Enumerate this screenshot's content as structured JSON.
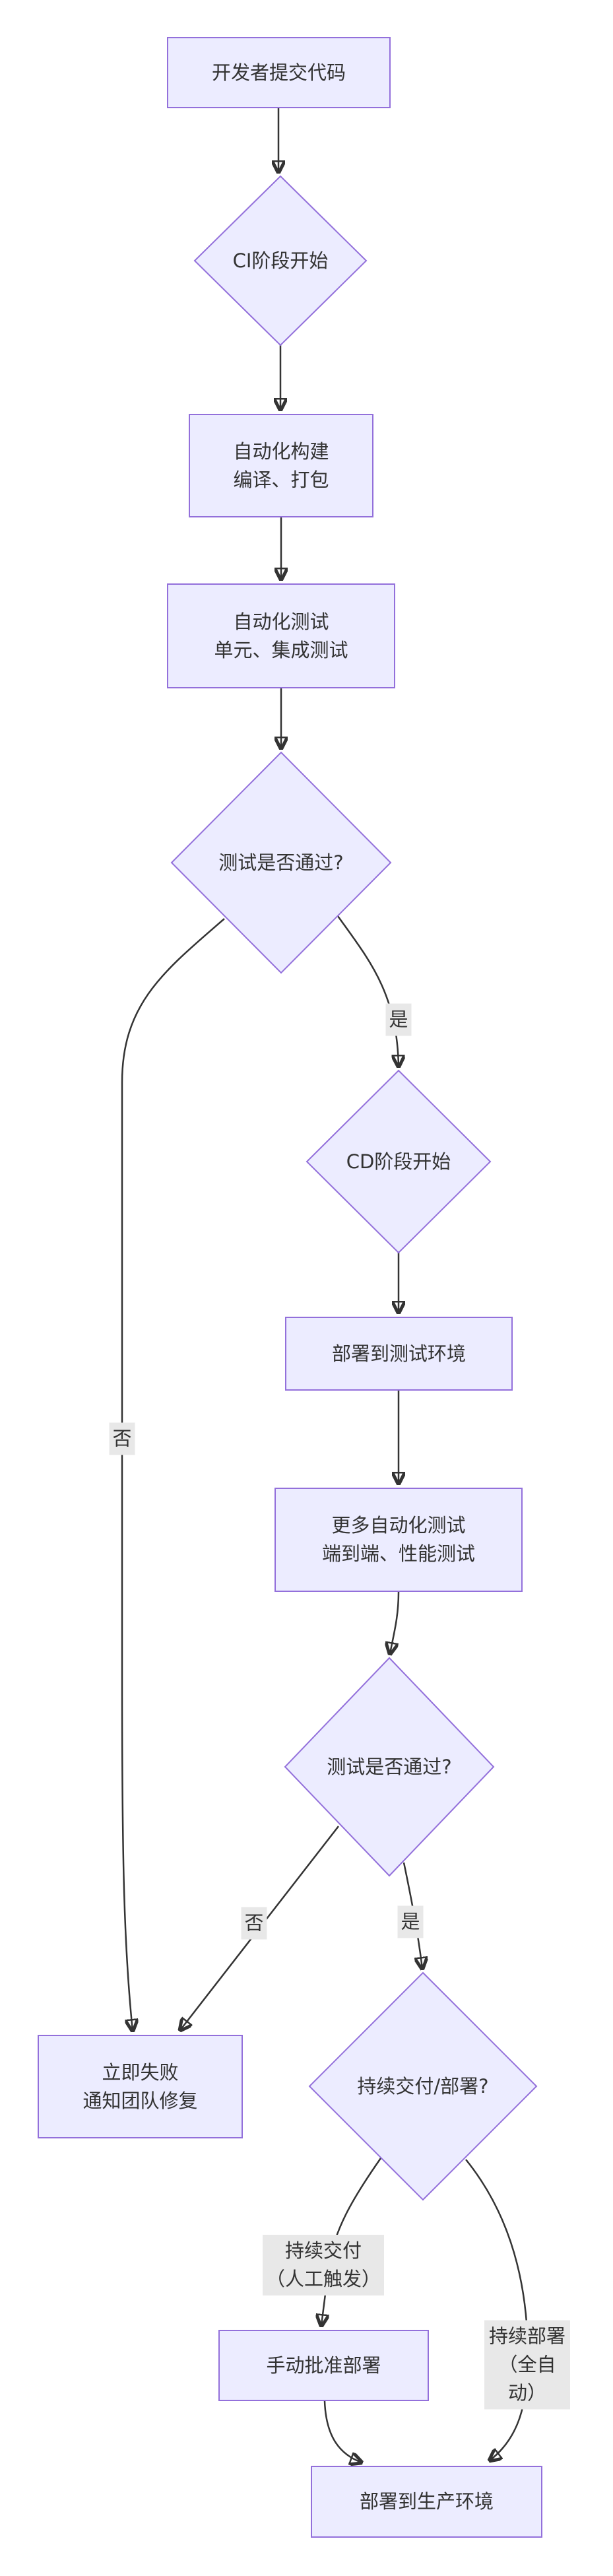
{
  "diagram": {
    "type": "flowchart-top-down",
    "nodes": {
      "commit": {
        "shape": "rect",
        "label": "开发者提交代码"
      },
      "ci_start": {
        "shape": "diamond",
        "label": "CI阶段开始"
      },
      "build": {
        "shape": "rect",
        "label": "自动化构建\n编译、打包"
      },
      "unit_test": {
        "shape": "rect",
        "label": "自动化测试\n单元、集成测试"
      },
      "test_pass_1": {
        "shape": "diamond",
        "label": "测试是否通过?"
      },
      "cd_start": {
        "shape": "diamond",
        "label": "CD阶段开始"
      },
      "deploy_test": {
        "shape": "rect",
        "label": "部署到测试环境"
      },
      "more_tests": {
        "shape": "rect",
        "label": "更多自动化测试\n端到端、性能测试"
      },
      "test_pass_2": {
        "shape": "diamond",
        "label": "测试是否通过?"
      },
      "fail": {
        "shape": "rect",
        "label": "立即失败\n通知团队修复"
      },
      "cd_choice": {
        "shape": "diamond",
        "label": "持续交付/部署?"
      },
      "manual_approve": {
        "shape": "rect",
        "label": "手动批准部署"
      },
      "deploy_prod": {
        "shape": "rect",
        "label": "部署到生产环境"
      }
    },
    "edge_labels": {
      "yes1": "是",
      "no1": "否",
      "yes2": "是",
      "no2": "否",
      "delivery": "持续交付\n（人工触发）",
      "deployment": "持续部署\n（全自动）"
    },
    "colors": {
      "node_fill": "#ECECFF",
      "node_border": "#9370DB",
      "edge": "#333333",
      "edge_label_bg": "#e8e8e8",
      "text": "#333333",
      "background": "#ffffff"
    }
  }
}
